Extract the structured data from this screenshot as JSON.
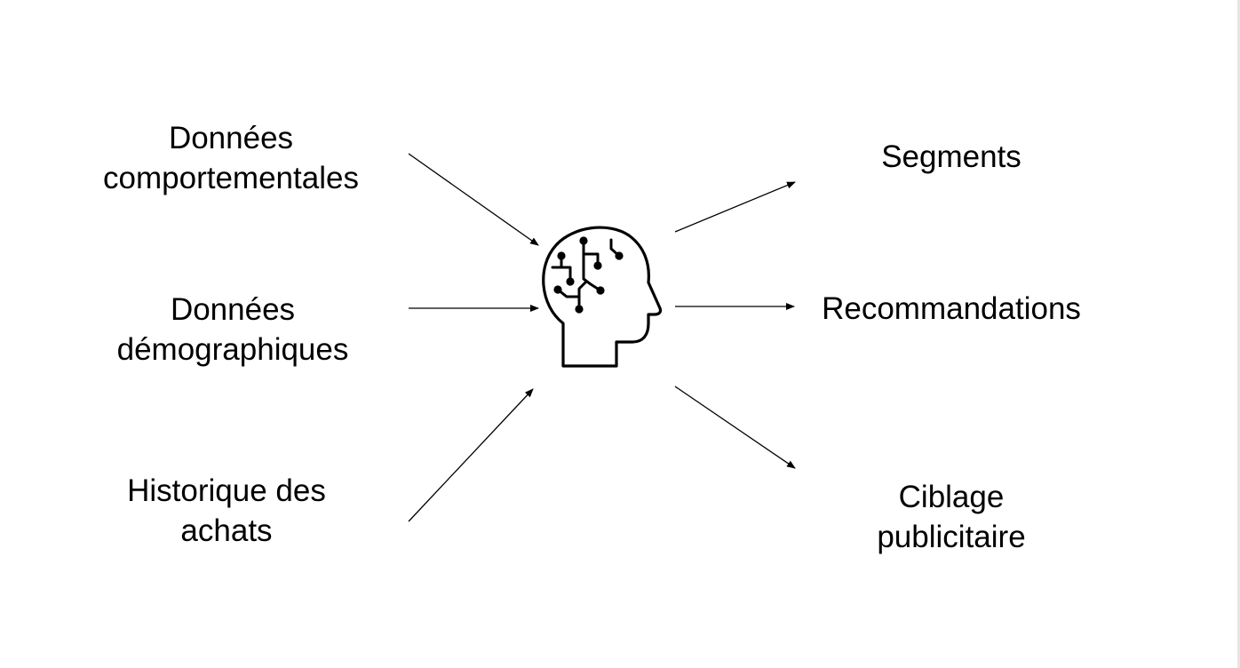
{
  "colors": {
    "background": "#ffffff",
    "stroke": "#000000",
    "text": "#000000"
  },
  "center": {
    "icon": "brain-circuit-head-icon"
  },
  "inputs": [
    {
      "id": "behavioral",
      "lines": [
        "Données",
        "comportementales"
      ]
    },
    {
      "id": "demographic",
      "lines": [
        "Données",
        "démographiques"
      ]
    },
    {
      "id": "purchase-history",
      "lines": [
        "Historique des",
        "achats"
      ]
    }
  ],
  "outputs": [
    {
      "id": "segments",
      "lines": [
        "Segments"
      ]
    },
    {
      "id": "recommendations",
      "lines": [
        "Recommandations"
      ]
    },
    {
      "id": "ad-targeting",
      "lines": [
        "Ciblage",
        "publicitaire"
      ]
    }
  ]
}
